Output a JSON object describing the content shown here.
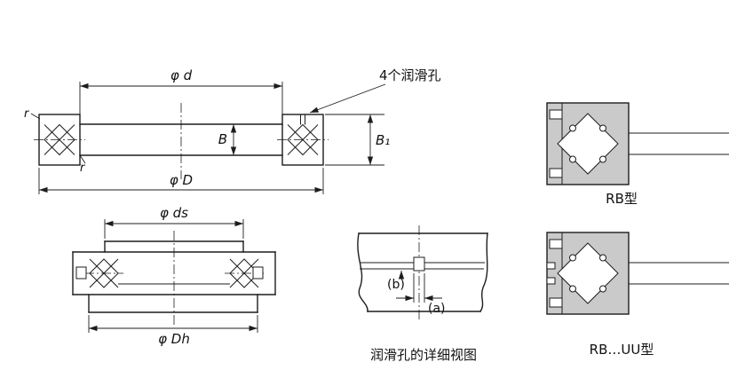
{
  "colors": {
    "line": "#1d1d1d",
    "section_fill": "#cacaca",
    "background": "#ffffff"
  },
  "main_view": {
    "bore_diameter_label": "φ d",
    "outer_diameter_label": "φ D",
    "inner_ring_width_label": "B",
    "outer_ring_width_label": "B₁",
    "chamfer_outer_label": "r",
    "chamfer_inner_label": "r",
    "lube_holes_note": "4个润滑孔"
  },
  "mounting_view": {
    "shoulder_diameter_label": "φ ds",
    "housing_bore_label": "φ Dh"
  },
  "lube_hole_detail": {
    "hole_width_label": "(a)",
    "hole_depth_label": "(b)",
    "caption": "润滑孔的详细视图"
  },
  "type_sections": [
    {
      "caption": "RB型"
    },
    {
      "caption": "RB…UU型"
    }
  ]
}
